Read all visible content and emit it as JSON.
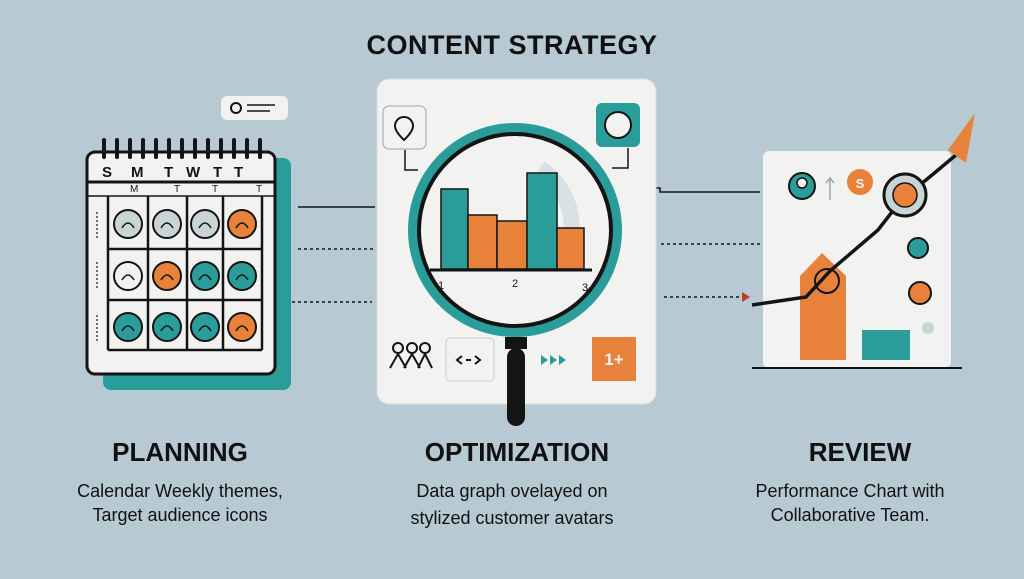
{
  "title": "CONTENT STRATEGY",
  "colors": {
    "background": "#b7c9d3",
    "teal": "#2a9d9a",
    "orange": "#e8823a",
    "ink": "#141414",
    "panel": "#f2f3f1"
  },
  "planning": {
    "heading": "PLANNING",
    "desc_line1": "Calendar   Weekly themes,",
    "desc_line2": "Target audience icons",
    "weekdays": [
      "S",
      "M",
      "T",
      "W",
      "T",
      "T"
    ],
    "subdays": [
      "M",
      "T",
      "T",
      "T"
    ]
  },
  "optimization": {
    "heading": "OPTIMIZATION",
    "desc_line1": "Data graph  ovelayed on",
    "desc_line2": "stylized customer avatars",
    "axis_labels": [
      "1",
      "2",
      "3"
    ],
    "badge_text": "1+"
  },
  "review": {
    "heading": "REVIEW",
    "desc_line1": "Performance  Chart with",
    "desc_line2": "Collaborative Team.",
    "badge_text": "S"
  },
  "icons": [
    "location-pin-icon",
    "avatar-icon",
    "magnifier-icon",
    "trend-arrow-icon",
    "fast-forward-icon",
    "swap-arrows-icon",
    "team-icon",
    "key-icon"
  ]
}
